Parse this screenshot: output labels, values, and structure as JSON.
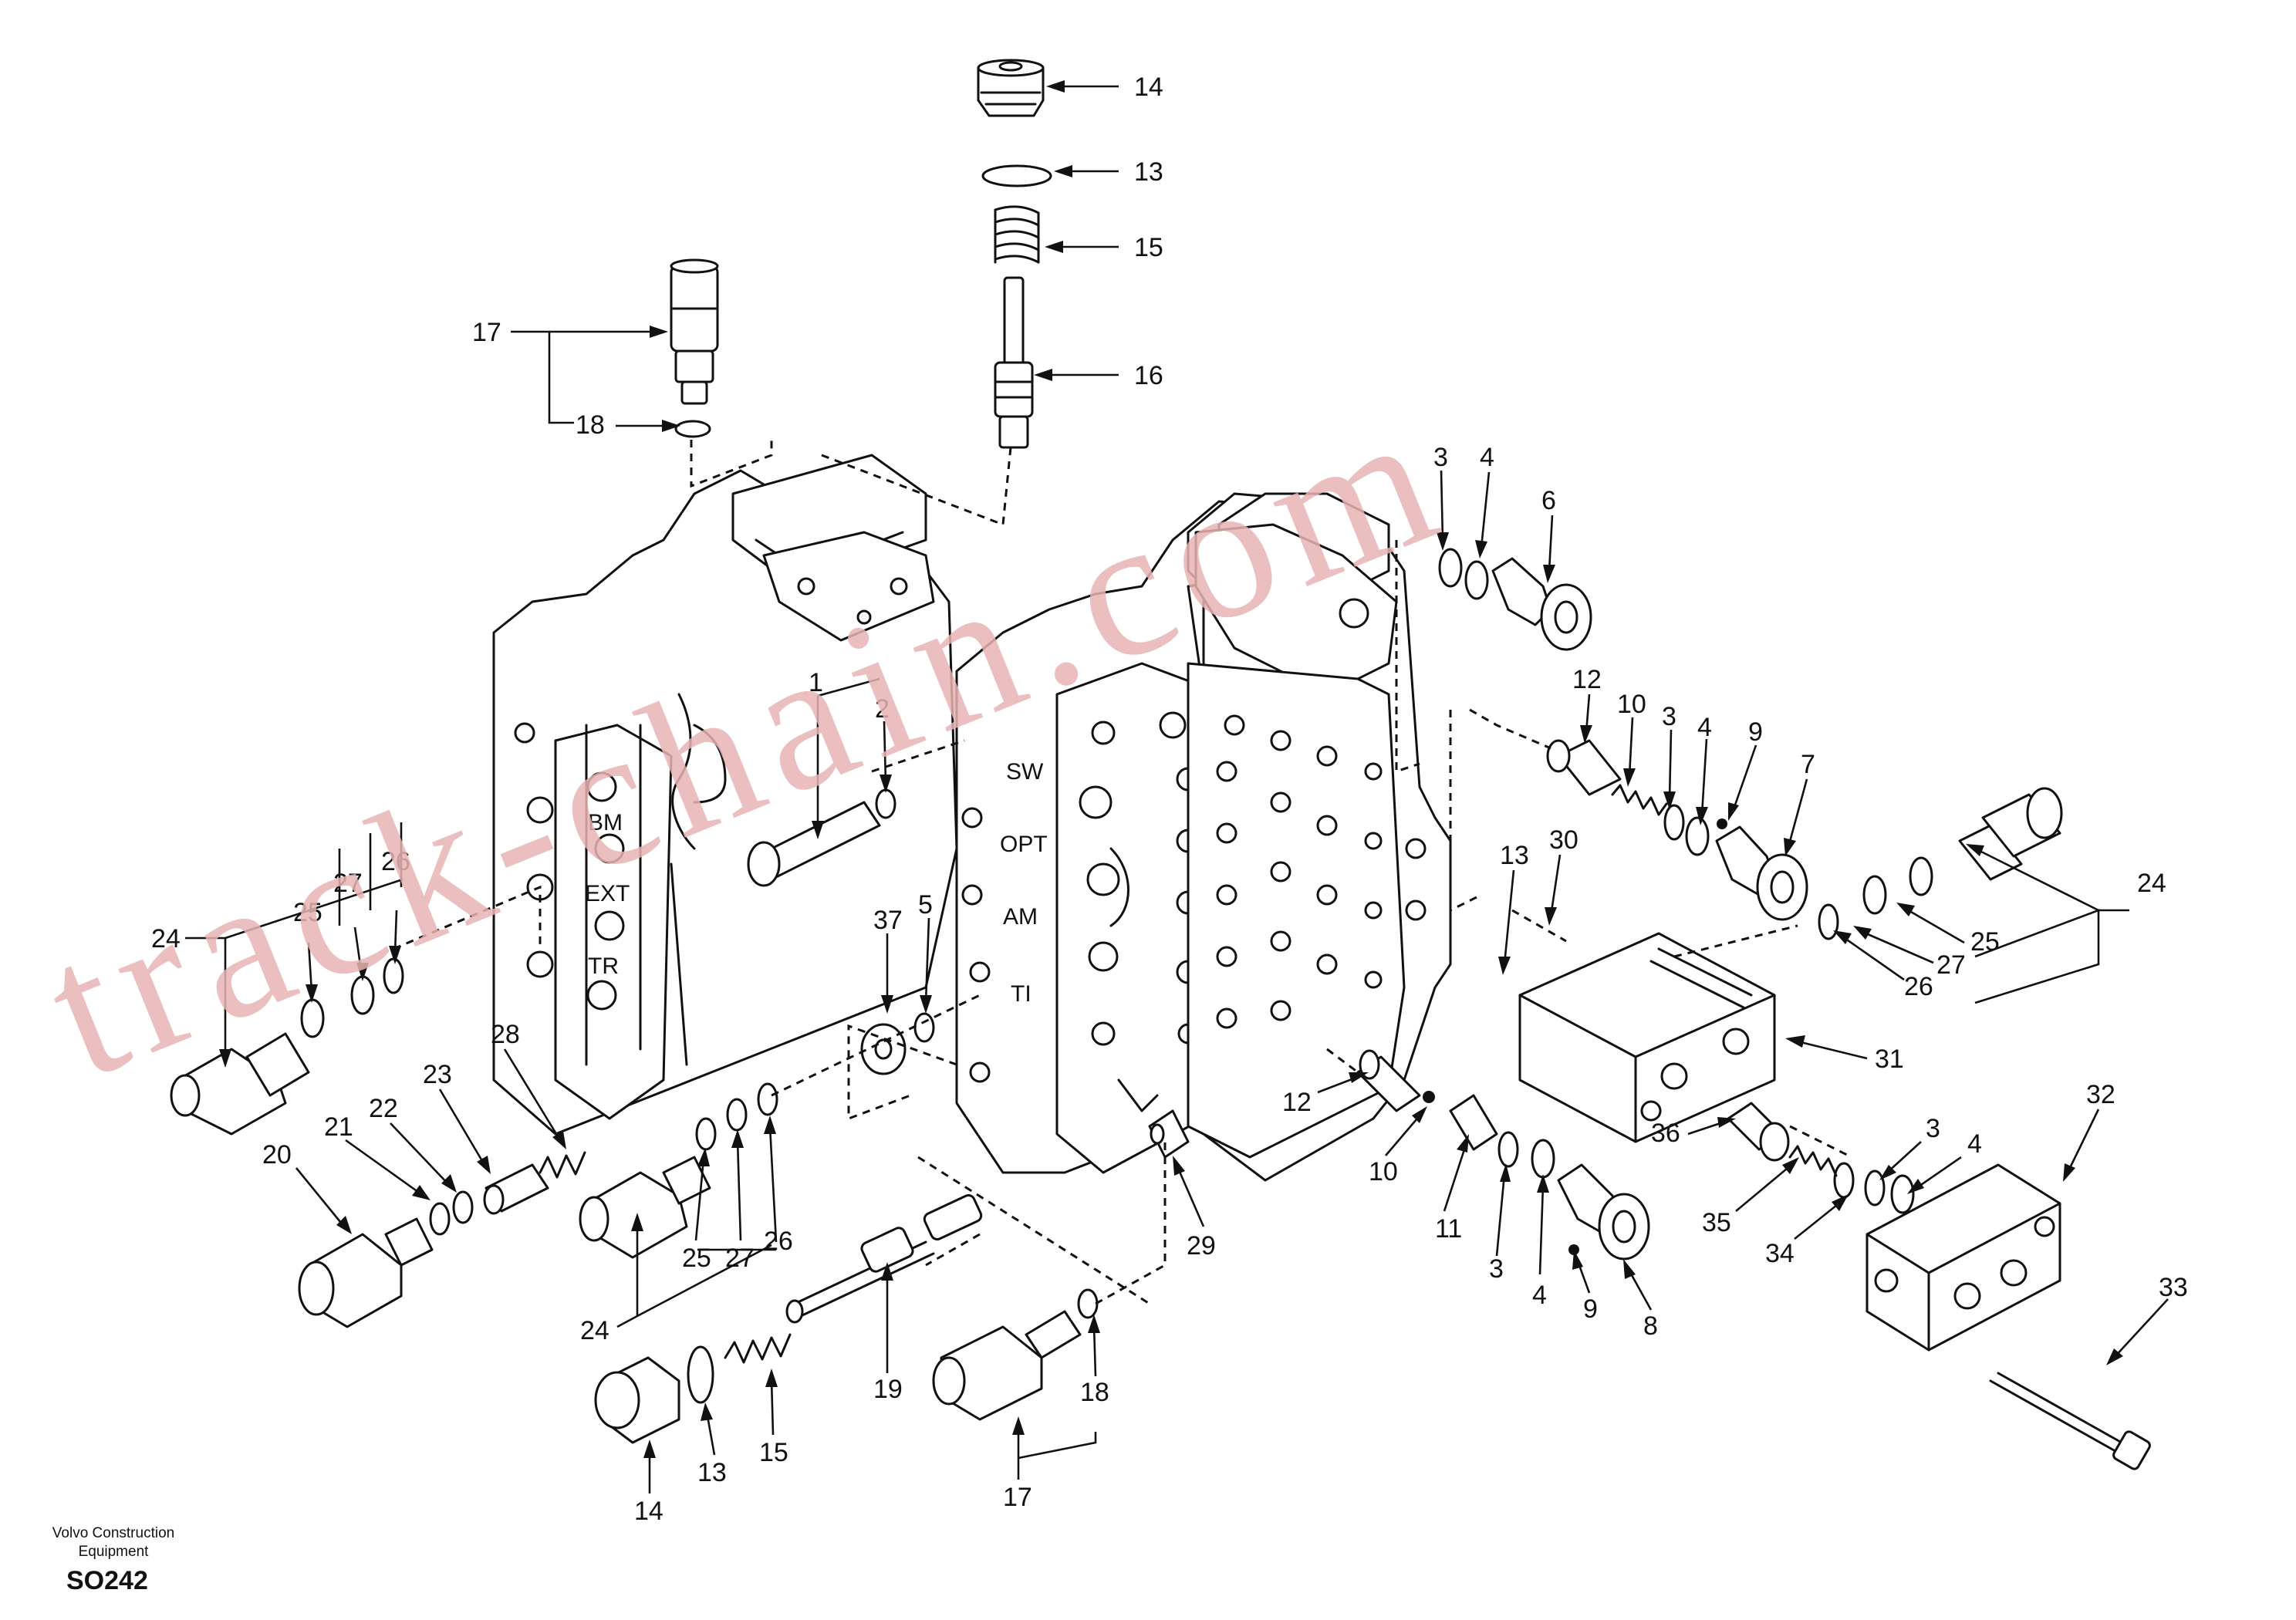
{
  "footer": {
    "brand_line1": "Volvo Construction",
    "brand_line2": "Equipment",
    "code": "SO242"
  },
  "watermark": "track-chain.com",
  "port_labels": [
    "SW",
    "OPT",
    "AM",
    "TI",
    "BM",
    "EXT",
    "TR"
  ],
  "callouts": [
    "14",
    "13",
    "15",
    "16",
    "17",
    "18",
    "3",
    "4",
    "6",
    "12",
    "10",
    "3",
    "4",
    "9",
    "7",
    "1",
    "2",
    "24",
    "25",
    "27",
    "26",
    "13",
    "30",
    "24",
    "25",
    "27",
    "26",
    "37",
    "5",
    "31",
    "28",
    "23",
    "22",
    "21",
    "20",
    "12",
    "10",
    "11",
    "3",
    "4",
    "9",
    "8",
    "36",
    "3",
    "4",
    "32",
    "35",
    "34",
    "29",
    "25",
    "27",
    "26",
    "24",
    "19",
    "15",
    "13",
    "14",
    "18",
    "17",
    "33"
  ],
  "colors": {
    "line": "#111111",
    "watermark": "#e8b4b4",
    "background": "#ffffff"
  }
}
